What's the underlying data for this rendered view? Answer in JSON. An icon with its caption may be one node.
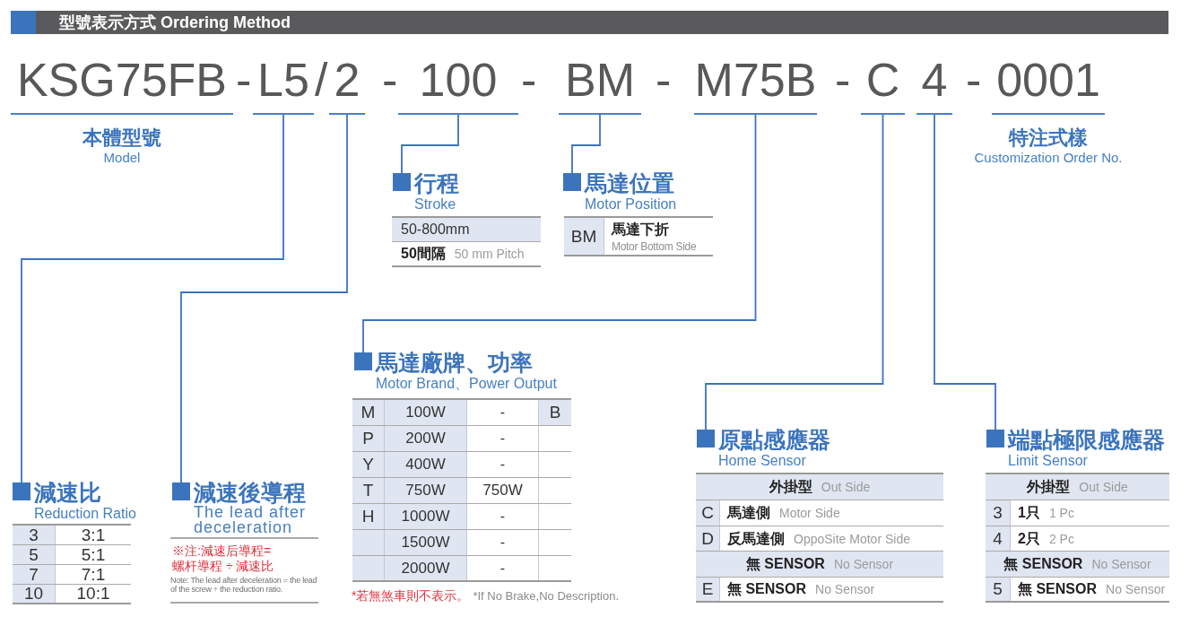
{
  "diagram": {
    "title": "型號表示方式 Ordering Method",
    "nodes": [
      {
        "text": [
          "KSG75FB"
        ],
        "beside": [
          "本體型號",
          "Model"
        ]
      },
      {
        "text": [
          "L5"
        ]
      },
      {
        "text": [
          "2"
        ]
      },
      {
        "text": [
          "100"
        ]
      },
      {
        "text": [
          "BM"
        ]
      },
      {
        "text": [
          "M75B"
        ]
      },
      {
        "text": [
          "C"
        ]
      },
      {
        "text": [
          "4"
        ]
      },
      {
        "text": [
          "0001"
        ],
        "beside": [
          "特注式樣",
          "Customization Order No."
        ]
      },
      {
        "text": [
          "行程",
          "Stroke"
        ]
      },
      {
        "text": [
          "馬達位置",
          "Motor Position"
        ]
      },
      {
        "text": [
          "馬達廠牌、功率",
          "Motor Brand、Power Output"
        ]
      },
      {
        "text": [
          "原點感應器",
          "Home Sensor"
        ]
      },
      {
        "text": [
          "端點極限感應器",
          "Limit Sensor"
        ]
      },
      {
        "text": [
          "減速比",
          "Reduction Ratio"
        ]
      },
      {
        "text": [
          "減速後導程",
          "The lead after deceleration"
        ]
      }
    ],
    "edges": [
      {
        "from": 1,
        "to": 14,
        "arrow": "none"
      },
      {
        "from": 2,
        "to": 15,
        "arrow": "none"
      },
      {
        "from": 3,
        "to": 9,
        "arrow": "none"
      },
      {
        "from": 4,
        "to": 10,
        "arrow": "none"
      },
      {
        "from": 5,
        "to": 11,
        "arrow": "none"
      },
      {
        "from": 6,
        "to": 12,
        "arrow": "none"
      },
      {
        "from": 7,
        "to": 13,
        "arrow": "none"
      }
    ],
    "labels": [
      "-",
      "/",
      "-",
      "-",
      "-",
      "-",
      "-",
      "50-800mm",
      "50間隔",
      "50 mm Pitch",
      "BM",
      "馬達下折",
      "Motor Bottom Side",
      "M",
      "100W",
      "-",
      "B",
      "P",
      "200W",
      "-",
      "Y",
      "400W",
      "-",
      "T",
      "750W",
      "750W",
      "H",
      "1000W",
      "-",
      "1500W",
      "-",
      "2000W",
      "-",
      "*若無煞車則不表示。",
      "*If No Brake,No Description.",
      "外掛型",
      "Out Side",
      "C",
      "馬達側",
      "Motor Side",
      "D",
      "反馬達側",
      "OppoSite Motor Side",
      "無 SENSOR",
      "No Sensor",
      "E",
      "無 SENSOR",
      "No Sensor",
      "外掛型",
      "Out Side",
      "3",
      "1只",
      "1 Pc",
      "4",
      "2只",
      "2 Pc",
      "無 SENSOR",
      "No Sensor",
      "5",
      "無 SENSOR",
      "No Sensor",
      "3",
      "3:1",
      "5",
      "5:1",
      "7",
      "7:1",
      "10",
      "10:1",
      "※注:減速后導程=螺杆導程 ÷ 減速比",
      "Note: The lead after deceleration = the lead of the screw ÷ the reduction ratio."
    ]
  }
}
